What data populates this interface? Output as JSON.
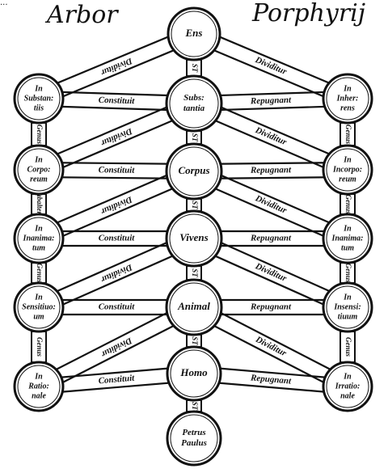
{
  "titles": {
    "left": "Arbor",
    "right": "Porphyrij",
    "corner": "..."
  },
  "center": [
    {
      "id": "ens",
      "lines": [
        "Ens"
      ]
    },
    {
      "id": "substantia",
      "lines": [
        "Subs:",
        "tantia"
      ]
    },
    {
      "id": "corpus",
      "lines": [
        "Corpus"
      ]
    },
    {
      "id": "vivens",
      "lines": [
        "Vivens"
      ]
    },
    {
      "id": "animal",
      "lines": [
        "Animal"
      ]
    },
    {
      "id": "homo",
      "lines": [
        "Homo"
      ]
    },
    {
      "id": "petrus",
      "lines": [
        "Petrus",
        "Paulus"
      ]
    }
  ],
  "left": [
    {
      "id": "l1",
      "lines": [
        "In",
        "Substan:",
        "tiis"
      ]
    },
    {
      "id": "l2",
      "lines": [
        "In",
        "Corpo:",
        "reum"
      ]
    },
    {
      "id": "l3",
      "lines": [
        "In",
        "Inanima:",
        "tum"
      ]
    },
    {
      "id": "l4",
      "lines": [
        "In",
        "Sensitiuo:",
        "um"
      ]
    },
    {
      "id": "l5",
      "lines": [
        "In",
        "Ratio:",
        "nale"
      ]
    }
  ],
  "right": [
    {
      "id": "r1",
      "lines": [
        "In",
        "Inher:",
        "rens"
      ]
    },
    {
      "id": "r2",
      "lines": [
        "In",
        "Incorpo:",
        "reum"
      ]
    },
    {
      "id": "r3",
      "lines": [
        "In",
        "Inanima:",
        "tum"
      ]
    },
    {
      "id": "r4",
      "lines": [
        "In",
        "Insensi:",
        "tiuum"
      ]
    },
    {
      "id": "r5",
      "lines": [
        "In",
        "Irratio:",
        "nale"
      ]
    }
  ],
  "band_labels": {
    "dividitur": "Dividitur",
    "constituit": "Constituit",
    "repugnant": "Repugnant"
  },
  "vertical_labels": {
    "left": [
      "Genus",
      "subaltern",
      "Genus",
      "Genus"
    ],
    "center": [
      "ST",
      "ST",
      "ST",
      "ST",
      "ST",
      "ST"
    ],
    "right": [
      "Genus",
      "Genus",
      "Genus",
      "Genus"
    ]
  }
}
